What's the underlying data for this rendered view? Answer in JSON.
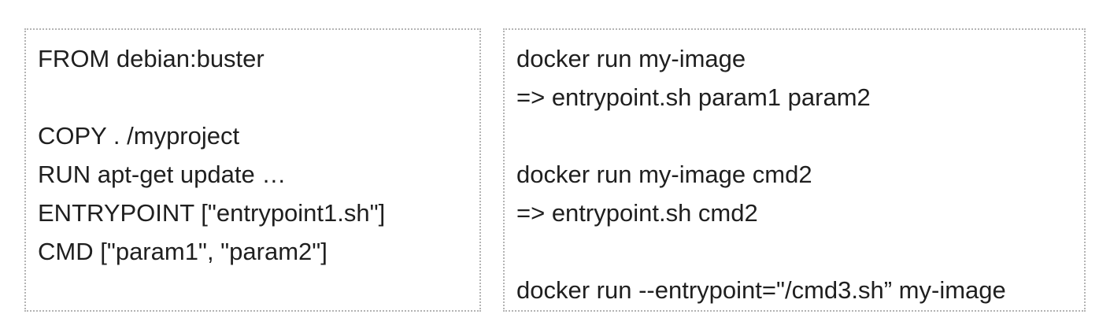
{
  "dockerfile": {
    "lines": [
      "FROM debian:buster",
      "COPY . /myproject",
      "RUN apt-get update …",
      "ENTRYPOINT [\"entrypoint1.sh\"]",
      "CMD [\"param1\", \"param2\"]"
    ]
  },
  "commands": {
    "lines": [
      "docker run my-image",
      "=> entrypoint.sh param1 param2",
      "docker run my-image cmd2",
      "=> entrypoint.sh cmd2",
      "docker run --entrypoint=\"/cmd3.sh” my-image"
    ]
  }
}
